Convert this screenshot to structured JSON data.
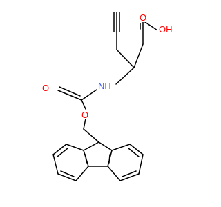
{
  "molecule": {
    "atoms": {
      "oh": "OH",
      "carbonyl_o_acid": "O",
      "nh": "NH",
      "carbonyl_o_carbamate": "O",
      "ester_o": "O"
    }
  },
  "colors": {
    "bond": "#000000",
    "oxygen": "#ff0000",
    "nitrogen": "#3050f8"
  }
}
